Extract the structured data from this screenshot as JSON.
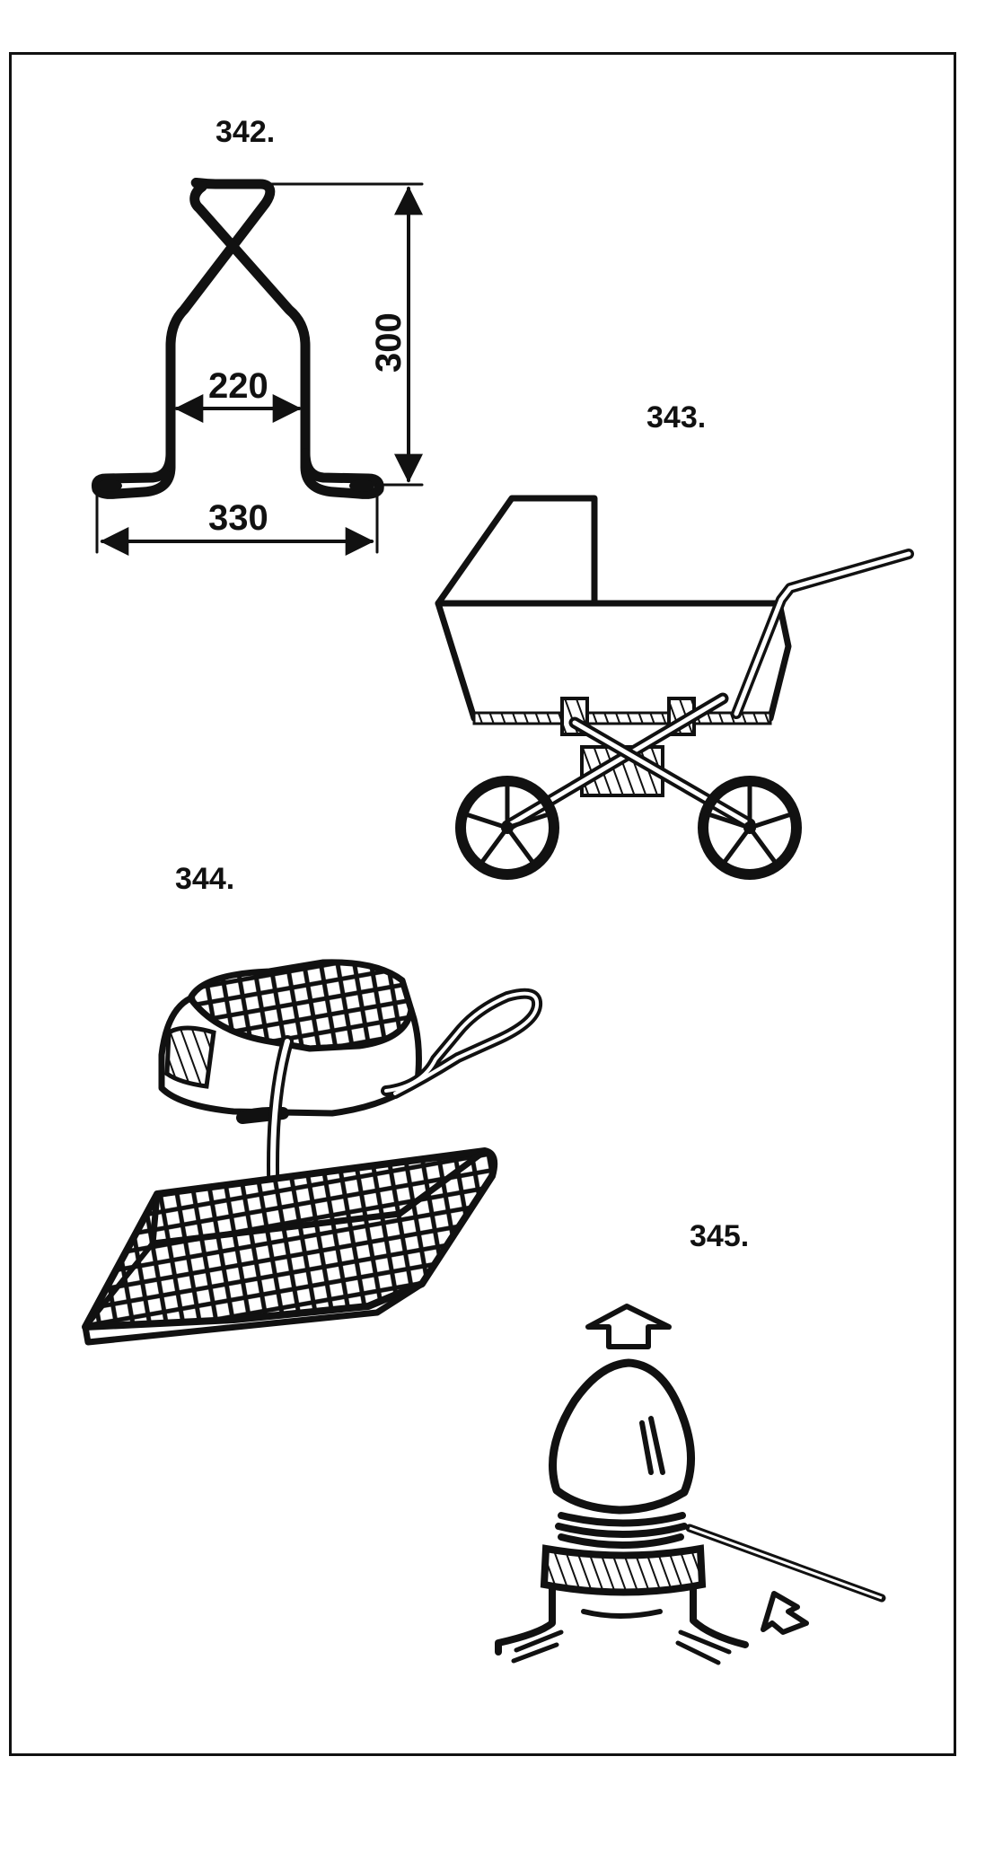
{
  "figures": {
    "fig342": {
      "number": "342."
    },
    "fig343": {
      "number": "343."
    },
    "fig344": {
      "number": "344."
    },
    "fig345": {
      "number": "345."
    }
  },
  "dimensions": {
    "inner_width": "220",
    "outer_width": "330",
    "height": "300"
  },
  "colors": {
    "ink": "#111111",
    "paper": "#ffffff"
  }
}
